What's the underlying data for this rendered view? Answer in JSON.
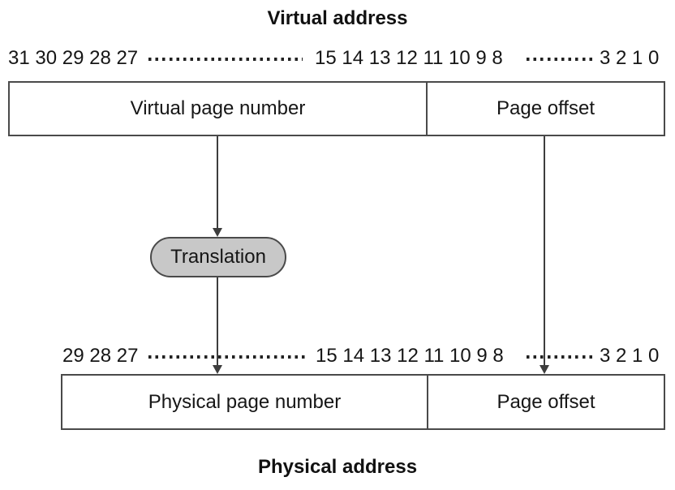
{
  "titles": {
    "virtual": "Virtual address",
    "physical": "Physical address"
  },
  "virtual_row": {
    "bits_left": "31 30 29 28 27",
    "bits_mid": "15 14 13 12 11 10 9 8",
    "bits_right": "3 2 1 0",
    "fields": [
      "Virtual page number",
      "Page offset"
    ]
  },
  "physical_row": {
    "bits_left": "29 28 27",
    "bits_mid": "15 14 13 12 11 10 9 8",
    "bits_right": "3 2 1 0",
    "fields": [
      "Physical page number",
      "Page offset"
    ]
  },
  "translation_label": "Translation",
  "colors": {
    "line": "#3d3d3d",
    "box_border": "#4a4a4a",
    "pill_fill": "#c8c8c8",
    "text": "#111111",
    "background": "#ffffff"
  }
}
